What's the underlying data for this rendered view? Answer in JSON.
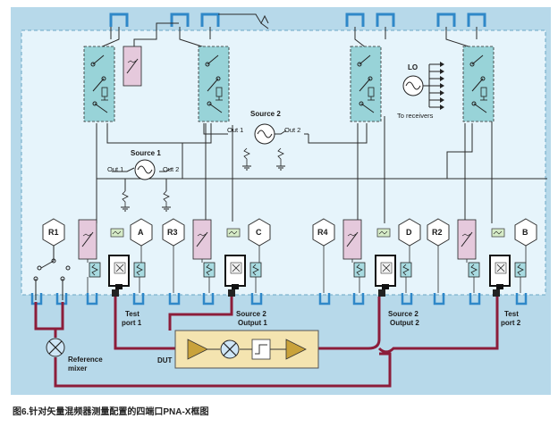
{
  "caption": "图6.针对矢量混频器测量配置的四端口PNA-X框图",
  "colors": {
    "panel_bg": "#b7d9ea",
    "inner_bg": "#e6f4fb",
    "dashed_border": "#6aa6c6",
    "switch_fill": "#98d3d8",
    "coupler_fill": "#e5c9dc",
    "cable": "#8c1d3a",
    "dut_box": "#f4e4b0",
    "amp_fill": "#c9a23a",
    "jumper": "#2f88c8",
    "wire": "#2b2b2b"
  },
  "sources": {
    "source1": {
      "title": "Source 1",
      "out1": "Out 1",
      "out2": "Out 2"
    },
    "source2": {
      "title": "Source 2",
      "out1": "Out 1",
      "out2": "Out 2"
    },
    "lo": {
      "title": "LO",
      "subtitle": "To receivers"
    }
  },
  "receivers": [
    "R1",
    "A",
    "R3",
    "C",
    "R4",
    "D",
    "R2",
    "B"
  ],
  "ports": {
    "port1": {
      "line1": "Test",
      "line2": "port 1"
    },
    "port3": {
      "line1": "Source 2",
      "line2": "Output 1"
    },
    "port4": {
      "line1": "Source 2",
      "line2": "Output 2"
    },
    "port2": {
      "line1": "Test",
      "line2": "port 2"
    }
  },
  "dut_label": "DUT",
  "mixer_label": {
    "line1": "Reference",
    "line2": "mixer"
  },
  "icons": [
    "switch-icon",
    "coupler-icon",
    "bridge-icon",
    "step-attenuator-icon",
    "mixer-icon",
    "amplifier-icon",
    "filter-icon",
    "oscillator-icon",
    "ground-icon"
  ]
}
